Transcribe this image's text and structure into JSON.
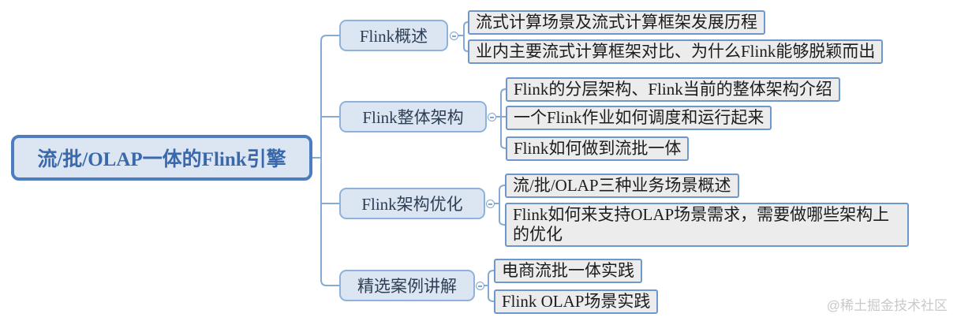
{
  "root": {
    "label": "流/批/OLAP一体的Flink引擎"
  },
  "branches": [
    {
      "label": "Flink概述",
      "children": [
        "流式计算场景及流式计算框架发展历程",
        "业内主要流式计算框架对比、为什么Flink能够脱颖而出"
      ]
    },
    {
      "label": "Flink整体架构",
      "children": [
        "Flink的分层架构、Flink当前的整体架构介绍",
        "一个Flink作业如何调度和运行起来",
        "Flink如何做到流批一体"
      ]
    },
    {
      "label": "Flink架构优化",
      "children": [
        "流/批/OLAP三种业务场景概述",
        "Flink如何来支持OLAP场景需求，需要做哪些架构上的优化"
      ]
    },
    {
      "label": "精选案例讲解",
      "children": [
        "电商流批一体实践",
        "Flink OLAP场景实践"
      ]
    }
  ],
  "watermark": "@稀土掘金技术社区",
  "colors": {
    "root_border": "#4e7dbf",
    "root_text": "#3a68ac",
    "topic_fill": "#dce6f2",
    "branch_border": "#8eb2dc",
    "branch_text": "#2d3e54",
    "leaf_fill": "#ececec",
    "leaf_border": "#6e97cc",
    "leaf_text": "#1c1c1c",
    "connector": "#85aad4",
    "watermark_text": "#c9c9c9"
  }
}
